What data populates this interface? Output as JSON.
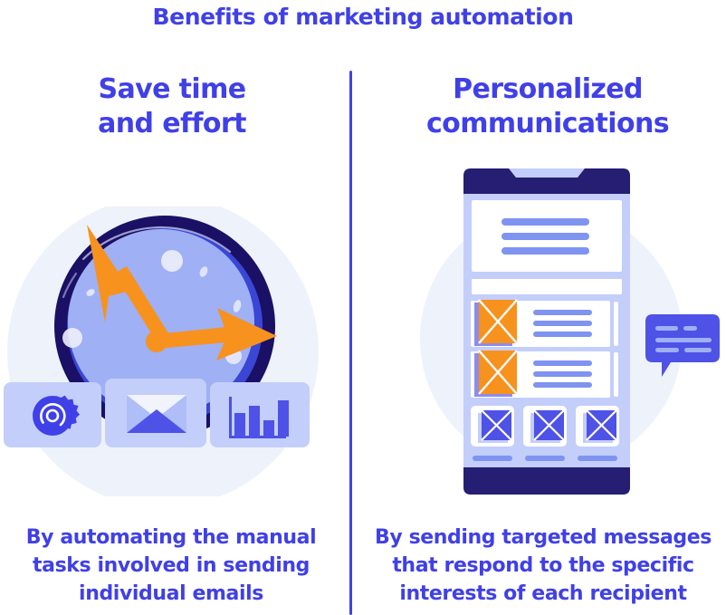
{
  "title": "Benefits of marketing automation",
  "theme": {
    "accent_purple": "#4040E8",
    "deep_navy": "#221B69",
    "orange": "#F7921E",
    "periwinkle": "#9FB0F5",
    "light_lavender": "#C3CEFA",
    "pale_blue_bg": "#EEF2FB",
    "white": "#FFFFFF"
  },
  "columns": [
    {
      "id": "save-time",
      "heading": "Save time\nand effort",
      "heading_line1": "Save time",
      "heading_line2": "and effort",
      "caption": "By automating the manual tasks involved in sending individual emails",
      "illustration": {
        "name": "clock-illustration",
        "elements": [
          "clock-face",
          "clock-hour-hand-arrow",
          "clock-minute-hand-arrow",
          "gear-icon-panel",
          "envelope-icon-panel",
          "bar-chart-icon-panel"
        ],
        "bar_chart_bars": [
          46,
          62,
          30,
          70
        ]
      }
    },
    {
      "id": "personalized-communications",
      "heading": "Personalized\ncommunications",
      "heading_line1": "Personalized",
      "heading_line2": "communications",
      "caption": "By sending targeted messages that respond to the specific interests of each recipient",
      "illustration": {
        "name": "smartphone-illustration",
        "elements": [
          "phone-frame",
          "phone-notch",
          "hero-text-card",
          "search-bar",
          "list-item-orange-1",
          "list-item-orange-2",
          "thumbnail-grid",
          "chat-bubble"
        ],
        "list_items": 2,
        "thumbnails": 3,
        "hero_text_lines": 3
      }
    }
  ]
}
